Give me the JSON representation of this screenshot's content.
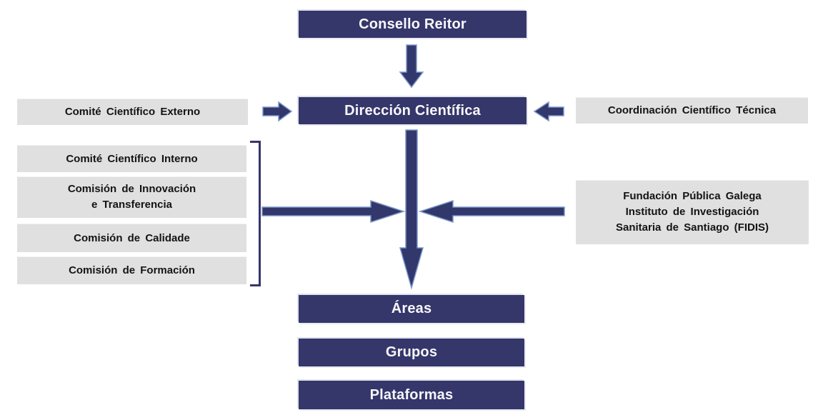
{
  "diagram": {
    "nodes": {
      "consello_reitor": {
        "label": "Consello Reitor"
      },
      "direccion_cientifica": {
        "label": "Dirección Científica"
      },
      "comite_cientifico_externo": {
        "label": "Comité Científico Externo"
      },
      "coordinacion_cientifico_tecnica": {
        "label": "Coordinación Científico Técnica"
      },
      "left_group": [
        {
          "label": "Comité Científico Interno"
        },
        {
          "label": "Comisión de Innovación\ne Transferencia"
        },
        {
          "label": "Comisión de Calidade"
        },
        {
          "label": "Comisión de Formación"
        }
      ],
      "fidis": {
        "label": "Fundación Pública Galega\nInstituto de Investigación\nSanitaria de Santiago (FIDIS)"
      },
      "bottom_chain": [
        {
          "label": "Áreas"
        },
        {
          "label": "Grupos"
        },
        {
          "label": "Plataformas"
        }
      ]
    },
    "colors": {
      "navy_box": "#35366A",
      "gray_box": "#E0E0E0",
      "arrow_fill": "#32376C",
      "arrow_outline": "#7B95C8",
      "text_on_navy": "#F7F7FA",
      "text_on_gray": "#141414"
    }
  }
}
